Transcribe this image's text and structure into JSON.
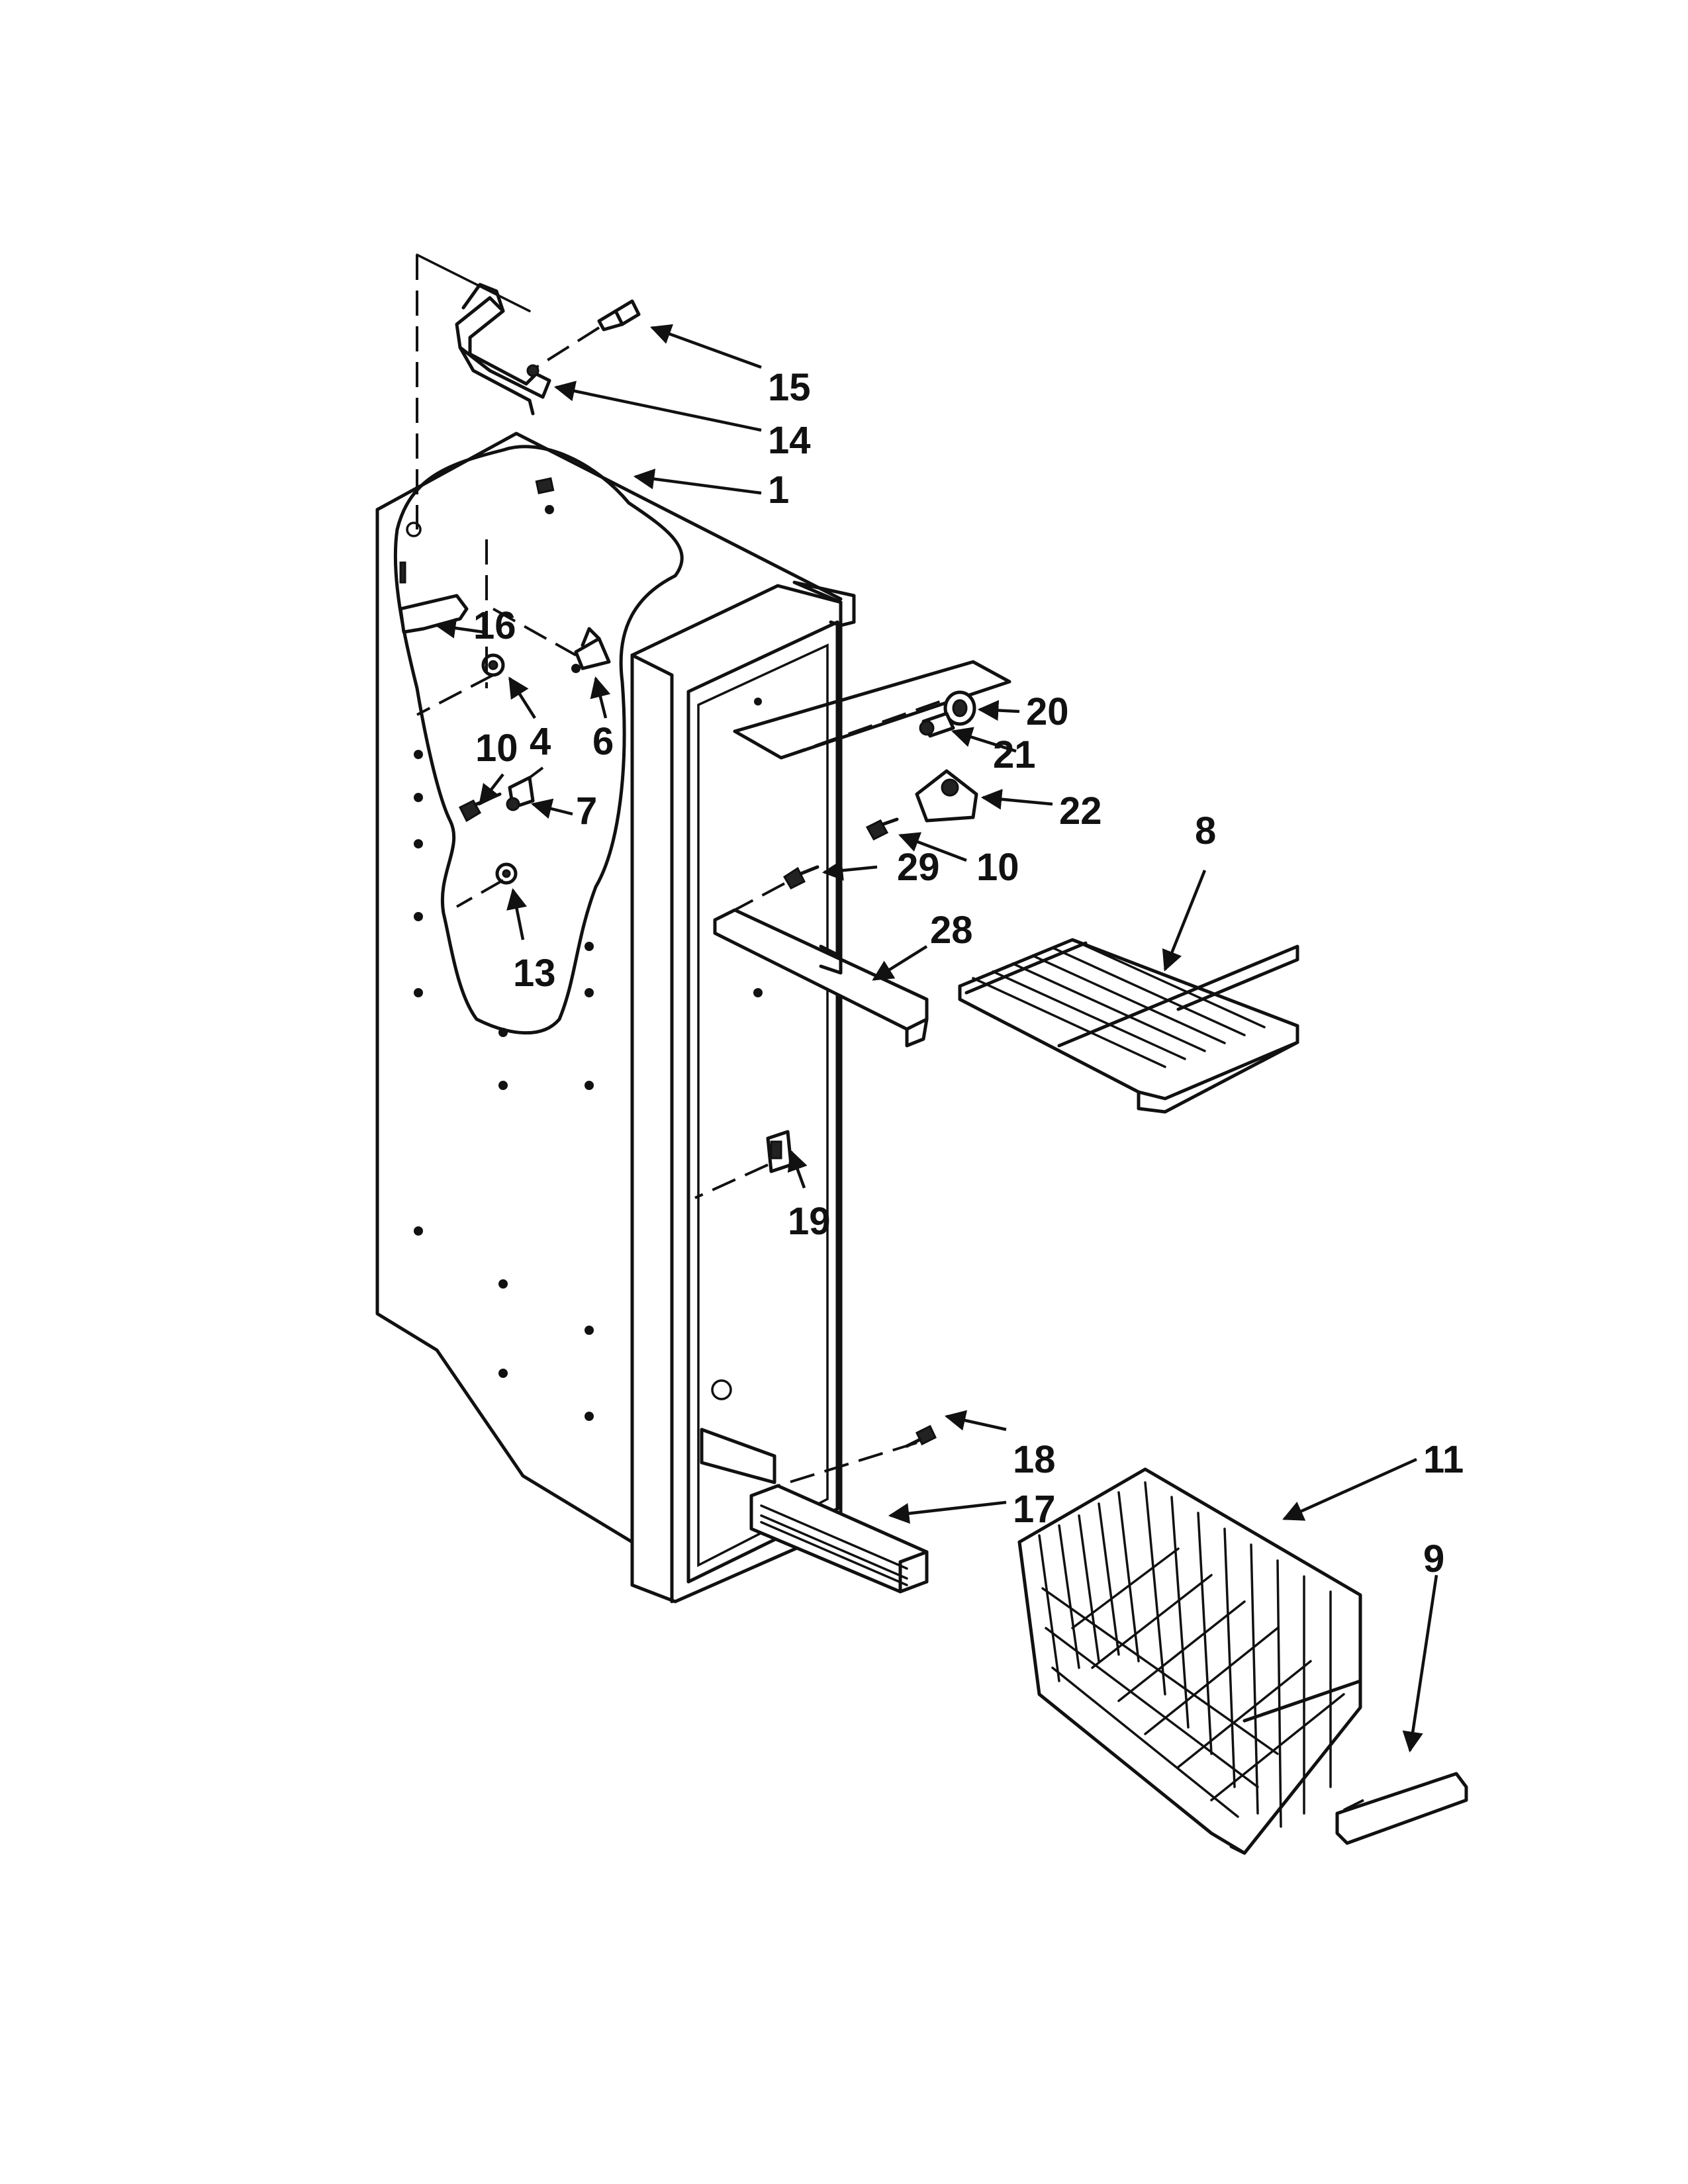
{
  "callouts": [
    {
      "id": "c15",
      "label": "15"
    },
    {
      "id": "c14",
      "label": "14"
    },
    {
      "id": "c1",
      "label": "1"
    },
    {
      "id": "c16",
      "label": "16"
    },
    {
      "id": "c4",
      "label": "4"
    },
    {
      "id": "c6",
      "label": "6"
    },
    {
      "id": "c10a",
      "label": "10"
    },
    {
      "id": "c7",
      "label": "7"
    },
    {
      "id": "c13",
      "label": "13"
    },
    {
      "id": "c20",
      "label": "20"
    },
    {
      "id": "c21",
      "label": "21"
    },
    {
      "id": "c22",
      "label": "22"
    },
    {
      "id": "c10b",
      "label": "10"
    },
    {
      "id": "c29",
      "label": "29"
    },
    {
      "id": "c28",
      "label": "28"
    },
    {
      "id": "c8",
      "label": "8"
    },
    {
      "id": "c19",
      "label": "19"
    },
    {
      "id": "c18",
      "label": "18"
    },
    {
      "id": "c17",
      "label": "17"
    },
    {
      "id": "c11",
      "label": "11"
    },
    {
      "id": "c9",
      "label": "9"
    }
  ]
}
